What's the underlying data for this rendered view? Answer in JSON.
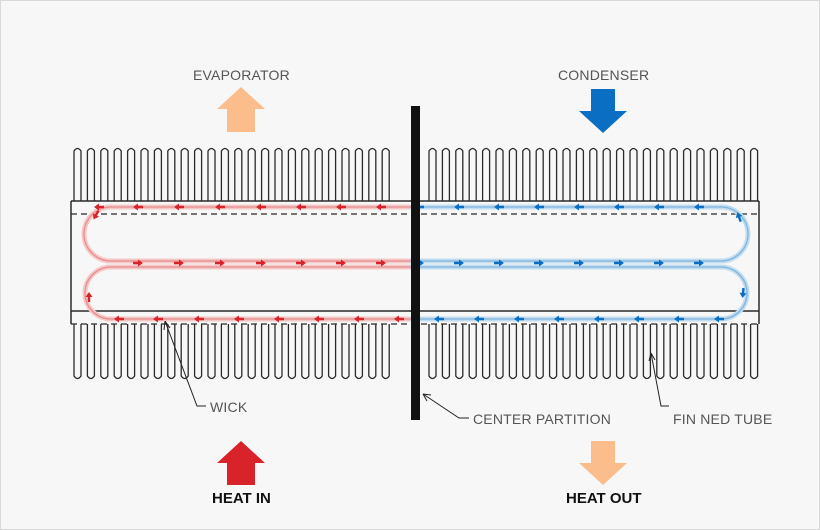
{
  "labels": {
    "evaporator": "EVAPORATOR",
    "condenser": "CONDENSER",
    "wick": "WICK",
    "center_partition": "CENTER PARTITION",
    "finned_tube": "FIN NED TUBE",
    "heat_in": "HEAT IN",
    "heat_out": "HEAT OUT"
  },
  "colors": {
    "hot": "#d9232a",
    "cold": "#0a6fc2",
    "hot_light": "#fbbd8c",
    "hot_pale": "#f5b5b5",
    "cold_pale": "#a9cdea",
    "outline": "#2a2a2a",
    "partition": "#111111",
    "background": "#f7f7f7"
  },
  "icons": {
    "evaporator_arrow": "arrow-up-icon",
    "condenser_arrow": "arrow-down-icon",
    "heat_in_arrow": "arrow-up-icon",
    "heat_out_arrow": "arrow-down-icon"
  }
}
